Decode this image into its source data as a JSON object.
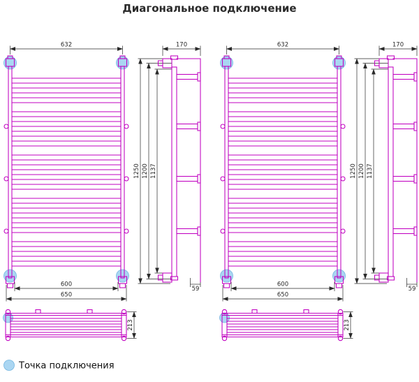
{
  "title": "Диагональное подключение",
  "legend": {
    "label": "Точка подключения"
  },
  "colors": {
    "drawing": "#c000c0",
    "dimension": "#2a2a2a",
    "highlight_fill": "#aad6f2",
    "highlight_stroke": "#74b6e0",
    "title": "#2b2b2b"
  },
  "views": {
    "front": {
      "width_top": "632",
      "width_inner": "600",
      "width_outer": "650",
      "height_overall": "1250",
      "height_axis": "1200",
      "height_mount": "1137"
    },
    "side": {
      "depth": "170",
      "wall_offset": "59"
    },
    "shelf_top": {
      "depth": "213"
    }
  }
}
